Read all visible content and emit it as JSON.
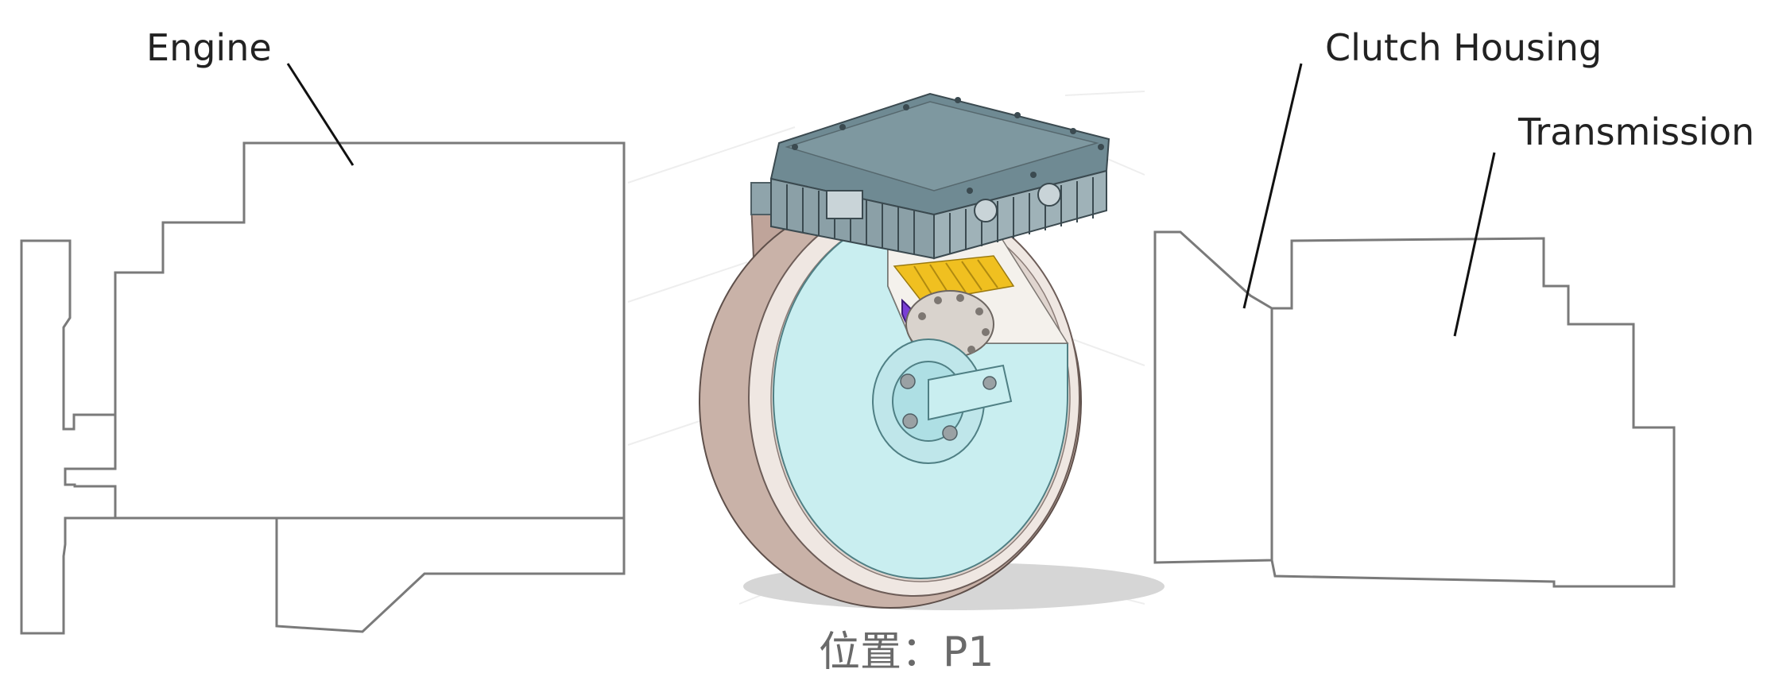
{
  "labels": {
    "engine": "Engine",
    "clutch_housing": "Clutch Housing",
    "transmission": "Transmission"
  },
  "caption": "位置：P1",
  "colors": {
    "outline": "#7a7a7a",
    "leader": "#111111",
    "motor_housing": "#d8c8c0",
    "motor_face": "#c8ecee",
    "controller_top": "#6f8a93",
    "rotor_magnets": "#7a3fd6",
    "gear": "#f0c020"
  },
  "icons": {
    "motor": "e-motor-cutaway-icon"
  }
}
